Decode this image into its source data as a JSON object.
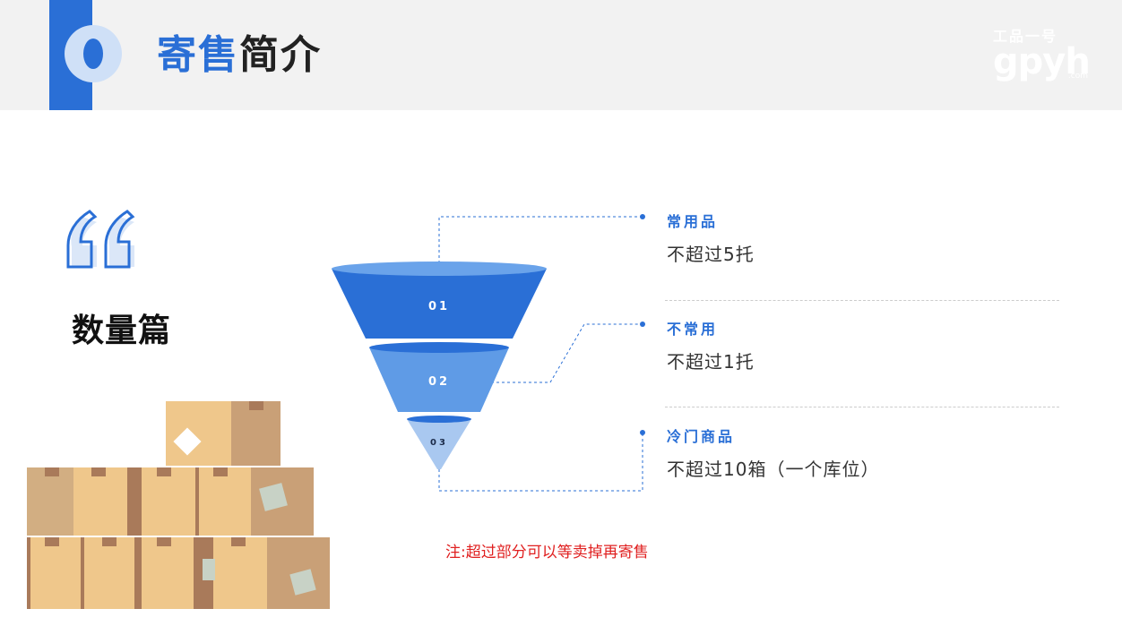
{
  "header": {
    "title_highlight": "寄售",
    "title_rest": "简介",
    "watermark_top": "工品一号",
    "watermark_main": "gpyh",
    "watermark_sub": ".com"
  },
  "section": {
    "title": "数量篇"
  },
  "funnel": {
    "layers": [
      "01",
      "02",
      "03"
    ]
  },
  "items": [
    {
      "category": "常用品",
      "description": "不超过5托"
    },
    {
      "category": "不常用",
      "description": "不超过1托"
    },
    {
      "category": "冷门商品",
      "description": "不超过10箱（一个库位）"
    }
  ],
  "note": "注:超过部分可以等卖掉再寄售",
  "colors": {
    "accent": "#2a6fd6",
    "funnel_top": "#2a6fd6",
    "funnel_mid": "#5f9be6",
    "funnel_bottom": "#a9c8f0",
    "note": "#e02020"
  }
}
